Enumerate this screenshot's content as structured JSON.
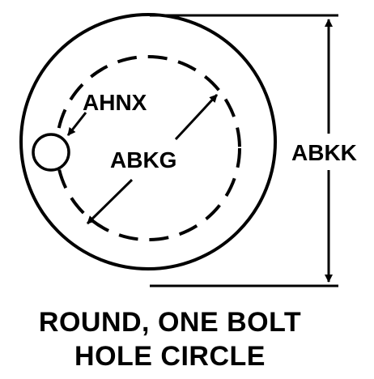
{
  "diagram": {
    "labels": {
      "hole": "AHNX",
      "bolt_circle": "ABKG",
      "outer_diameter": "ABKK"
    },
    "caption": {
      "line1": "ROUND, ONE BOLT",
      "line2": "HOLE CIRCLE"
    },
    "colors": {
      "ink": "#000000",
      "background": "#ffffff"
    }
  }
}
